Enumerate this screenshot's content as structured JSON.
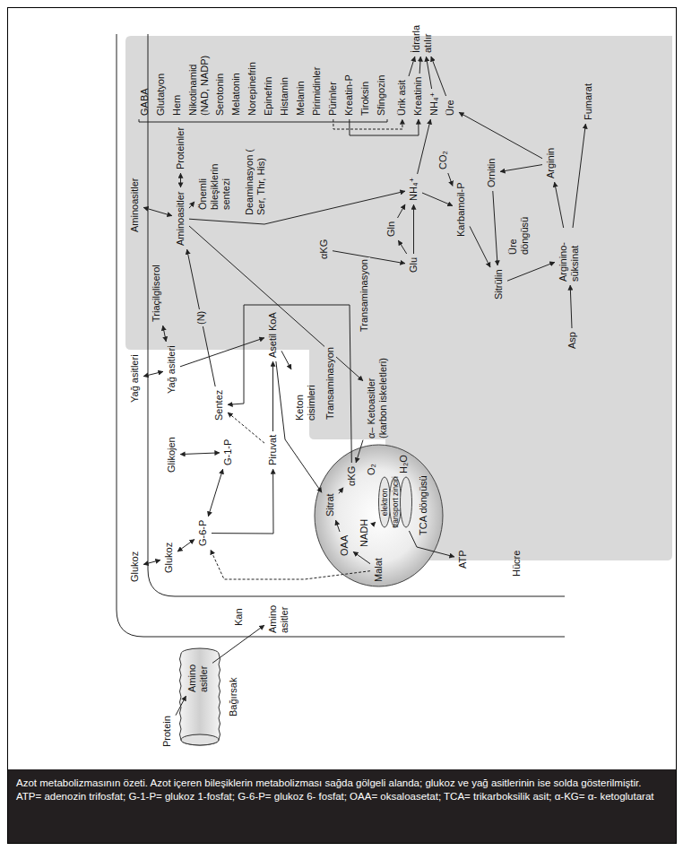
{
  "diagram": {
    "caption": "Azot metabolizmasının özeti. Azot içeren bileşiklerin metabolizması sağda gölgeli alanda; glukoz ve yağ asitlerinin ise solda gösterilmiştir. ATP= adenozin trifosfat; G-1-P= glukoz 1-fosfat; G-6-P= glukoz 6- fosfat; OAA= oksaloasetat; TCA= trikarboksilik asit; α-KG= α- ketoglutarat",
    "nodes": [
      {
        "text": [
          "Bağırsak"
        ]
      },
      {
        "text": [
          "Amino asitler"
        ],
        "in": 0
      },
      {
        "text": [
          "Protein"
        ]
      },
      {
        "text": [
          "Amino asitler"
        ]
      },
      {
        "text": [
          "Glukoz"
        ]
      },
      {
        "text": [
          "Yağ asitleri"
        ]
      },
      {
        "text": [
          "Aminoasitler"
        ]
      },
      {
        "text": [
          "Glukoz"
        ]
      },
      {
        "text": [
          "G-6-P"
        ]
      },
      {
        "text": [
          "Glikojen"
        ]
      },
      {
        "text": [
          "G-1-P"
        ]
      },
      {
        "text": [
          "Piruvat"
        ]
      },
      {
        "text": [
          "Asetil KoA"
        ]
      },
      {
        "text": [
          "Yağ asitleri"
        ]
      },
      {
        "text": [
          "Triaçilgliserol"
        ]
      },
      {
        "text": [
          "Sentez"
        ]
      },
      {
        "text": [
          "TCA döngüsü"
        ]
      },
      {
        "text": [
          "OAA"
        ],
        "in": 16
      },
      {
        "text": [
          "Sitrat"
        ],
        "in": 16
      },
      {
        "text": [
          "αKG"
        ],
        "in": 16
      },
      {
        "text": [
          "Malat"
        ],
        "in": 16
      },
      {
        "text": [
          "NADH"
        ],
        "in": 16
      },
      {
        "text": [
          "elektron transport zinciri"
        ],
        "in": 16
      },
      {
        "text": [
          "O₂"
        ],
        "in": 16
      },
      {
        "text": [
          "H₂O"
        ],
        "in": 16
      },
      {
        "text": [
          "ATP"
        ]
      },
      {
        "text": [
          "Keton cisimleri"
        ]
      },
      {
        "text": [
          "α– Ketoasitler (karbon iskeletleri)"
        ]
      },
      {
        "text": [
          "Aminoasitler"
        ]
      },
      {
        "text": [
          "Proteinler"
        ]
      },
      {
        "text": [
          "Önemli bileşiklerin sentezi"
        ]
      },
      {
        "text": [
          "αKG"
        ]
      },
      {
        "text": [
          "Glu"
        ]
      },
      {
        "text": [
          "Gln"
        ]
      },
      {
        "text": [
          "NH₄⁺"
        ]
      },
      {
        "text": [
          "CO₂"
        ]
      },
      {
        "text": [
          "Karbamoil-P"
        ]
      },
      {
        "text": [
          "Sitrülin"
        ]
      },
      {
        "text": [
          "Ornitin"
        ]
      },
      {
        "text": [
          "Üre döngüsü"
        ]
      },
      {
        "text": [
          "Asp"
        ]
      },
      {
        "text": [
          "Arginino- süksinat"
        ]
      },
      {
        "text": [
          "Arginin"
        ]
      },
      {
        "text": [
          "Fumarat"
        ]
      },
      {
        "text": [
          "GABA"
        ]
      },
      {
        "text": [
          "Glutatyon"
        ]
      },
      {
        "text": [
          "Hem"
        ]
      },
      {
        "text": [
          "Nikotinamid (NAD, NADP)"
        ]
      },
      {
        "text": [
          "Serotonin"
        ]
      },
      {
        "text": [
          "Melatonin"
        ]
      },
      {
        "text": [
          "Norepinefrin"
        ]
      },
      {
        "text": [
          "Epinefrin"
        ]
      },
      {
        "text": [
          "Histamin"
        ]
      },
      {
        "text": [
          "Melanin"
        ]
      },
      {
        "text": [
          "Pirimidinler"
        ]
      },
      {
        "text": [
          "Pürinler"
        ]
      },
      {
        "text": [
          "Kreatin-P"
        ]
      },
      {
        "text": [
          "Tiroksin"
        ]
      },
      {
        "text": [
          "Sfingozin"
        ]
      },
      {
        "text": [
          "Ürik asit"
        ]
      },
      {
        "text": [
          "Kreatinin"
        ]
      },
      {
        "text": [
          "NH₄⁺"
        ]
      },
      {
        "text": [
          "Üre"
        ]
      },
      {
        "text": [
          "İdrarla atılır"
        ]
      }
    ],
    "edges": [
      {
        "from": 2,
        "to": 1,
        "arrow": "to"
      },
      {
        "from": 1,
        "to": 3,
        "arrow": "to"
      },
      {
        "from": 4,
        "to": 7,
        "arrow": "both"
      },
      {
        "from": 5,
        "to": 13,
        "arrow": "both"
      },
      {
        "from": 6,
        "to": 28,
        "arrow": "both"
      },
      {
        "from": 7,
        "to": 8,
        "arrow": "both"
      },
      {
        "from": 8,
        "to": 10,
        "arrow": "both"
      },
      {
        "from": 10,
        "to": 9,
        "arrow": "both"
      },
      {
        "from": 8,
        "to": 11,
        "arrow": "to"
      },
      {
        "from": 11,
        "to": 12,
        "arrow": "to"
      },
      {
        "from": 13,
        "to": 14,
        "arrow": "both"
      },
      {
        "from": 13,
        "to": 12,
        "arrow": "to"
      },
      {
        "from": 12,
        "to": 18,
        "arrow": "to"
      },
      {
        "from": 12,
        "to": 26,
        "arrow": "to"
      },
      {
        "from": 20,
        "to": 8,
        "arrow": "to"
      },
      {
        "from": 20,
        "to": 17,
        "arrow": "to"
      },
      {
        "from": 17,
        "to": 18,
        "arrow": "to"
      },
      {
        "from": 18,
        "to": 19,
        "arrow": "to"
      },
      {
        "from": 21,
        "to": 22,
        "arrow": "to"
      },
      {
        "from": 22,
        "to": 25,
        "arrow": "to"
      },
      {
        "from": 11,
        "to": 15,
        "arrow": "to"
      },
      {
        "from": 19,
        "to": 15,
        "arrow": "to"
      },
      {
        "from": 15,
        "to": 28,
        "arrow": "to",
        "label": "(N)"
      },
      {
        "from": 27,
        "to": 19,
        "arrow": "to"
      },
      {
        "from": 28,
        "to": 27,
        "arrow": "to"
      },
      {
        "from": 28,
        "to": 34,
        "arrow": "to",
        "label": "Deaminasyon ( Ser, Thr, His)"
      },
      {
        "from": 28,
        "to": 29,
        "arrow": "both"
      },
      {
        "from": 28,
        "to": 30,
        "arrow": "to"
      },
      {
        "from": 31,
        "to": 32,
        "arrow": "to",
        "label": "Transaminasyon"
      },
      {
        "from": 32,
        "to": 33,
        "arrow": "to"
      },
      {
        "from": 33,
        "to": 34,
        "arrow": "to"
      },
      {
        "from": 32,
        "to": 34,
        "arrow": "to"
      },
      {
        "from": 34,
        "to": 36,
        "arrow": "to"
      },
      {
        "from": 35,
        "to": 36,
        "arrow": "to"
      },
      {
        "from": 36,
        "to": 37,
        "arrow": "to"
      },
      {
        "from": 37,
        "to": 41,
        "arrow": "to"
      },
      {
        "from": 40,
        "to": 41,
        "arrow": "to"
      },
      {
        "from": 41,
        "to": 42,
        "arrow": "to"
      },
      {
        "from": 41,
        "to": 43,
        "arrow": "to"
      },
      {
        "from": 42,
        "to": 38,
        "arrow": "to"
      },
      {
        "from": 38,
        "to": 37,
        "arrow": "to"
      },
      {
        "from": 42,
        "to": 62,
        "arrow": "to"
      },
      {
        "from": 34,
        "to": 61,
        "arrow": "to"
      },
      {
        "from": 55,
        "to": 59,
        "arrow": "to"
      },
      {
        "from": 56,
        "to": 60,
        "arrow": "to"
      },
      {
        "from": 59,
        "to": 63,
        "arrow": "to"
      },
      {
        "from": 60,
        "to": 63,
        "arrow": "to"
      },
      {
        "from": 61,
        "to": 63,
        "arrow": "to"
      },
      {
        "from": 62,
        "to": 63,
        "arrow": "to"
      }
    ],
    "labels": [
      "Kan",
      "Hücre",
      "Transaminasyon"
    ]
  }
}
